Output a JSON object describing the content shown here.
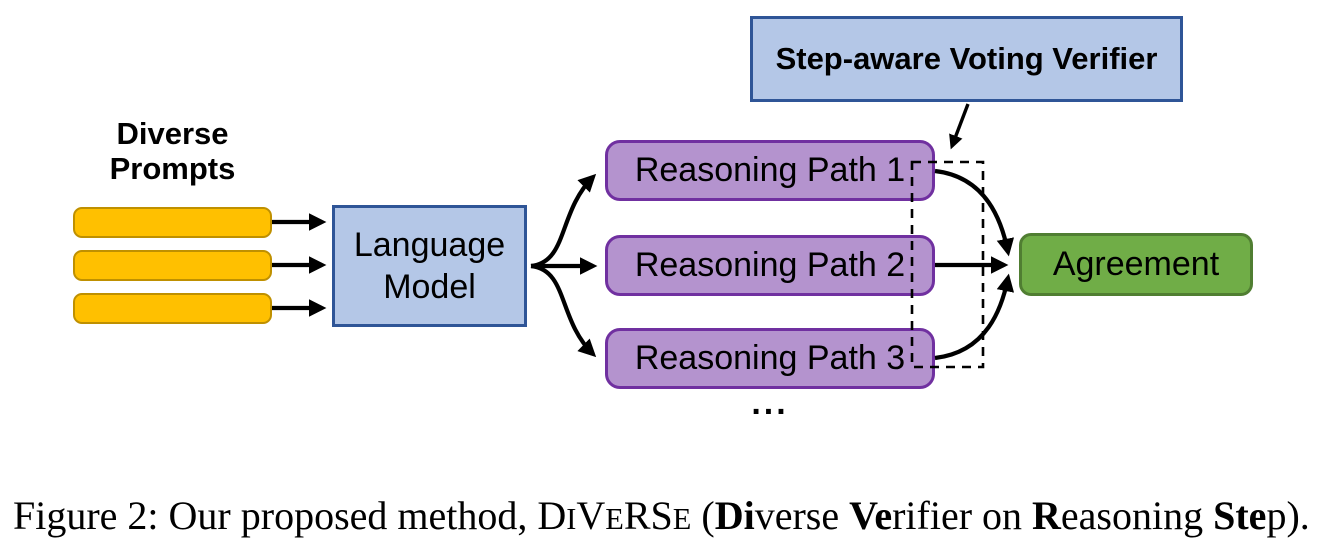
{
  "diagram": {
    "prompts_title": {
      "line1": "Diverse",
      "line2": "Prompts"
    },
    "language_model_label": "Language Model",
    "verifier_label": "Step-aware Voting Verifier",
    "reasoning_paths": [
      "Reasoning Path 1",
      "Reasoning Path 2",
      "Reasoning Path 3"
    ],
    "ellipsis": "...",
    "agreement_label": "Agreement",
    "colors": {
      "prompt_fill": "#FFC000",
      "prompt_border": "#BF9000",
      "model_fill": "#B4C7E7",
      "model_border": "#2F5597",
      "path_fill": "#B493CE",
      "path_border": "#7030A0",
      "agreement_fill": "#70AD47",
      "agreement_border": "#507E32",
      "arrow": "#000000"
    }
  },
  "caption": {
    "p1": "Figure 2: Our proposed method, D",
    "sc1": "I",
    "p2": "V",
    "sc2": "E",
    "p3": "RS",
    "sc3": "E",
    "p4": " (",
    "b1": "Di",
    "p5": "verse ",
    "b2": "Ve",
    "p6": "rifier on ",
    "b3": "R",
    "p7": "easoning ",
    "b4": "Ste",
    "p8": "p)."
  }
}
